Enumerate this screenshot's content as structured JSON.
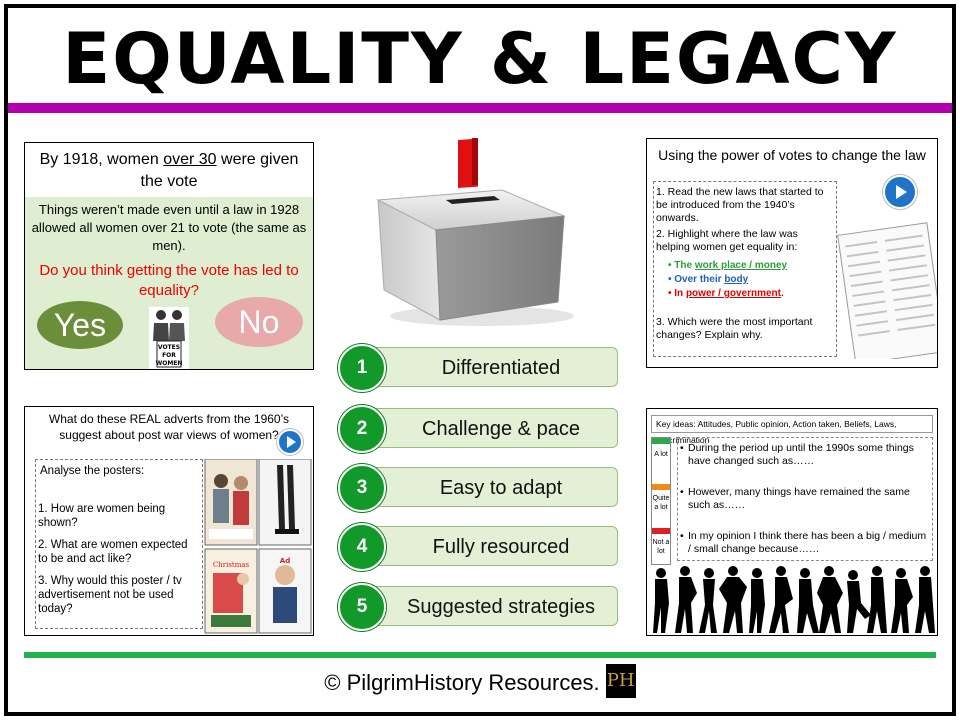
{
  "title": "EQUALITY & LEGACY",
  "panel1": {
    "heading_pre": "By 1918, women ",
    "heading_u": "over 30",
    "heading_post": " were given the vote",
    "note": "Things weren’t made even until a law in 1928 allowed all women over 21 to vote (the same as men).",
    "question": "Do you think getting the vote has led to equality?",
    "yes": "Yes",
    "no": "No",
    "poster_text": "VOTES FOR WOMEN"
  },
  "panel2": {
    "heading": "Using the power of votes to change the law",
    "q1": "1.  Read the new laws that started to be introduced from the 1940’s onwards.",
    "q2": "2.  Highlight where the law was helping women get equality in:",
    "b1_pre": "The ",
    "b1_u": "work place / money",
    "b2_pre": "Over their ",
    "b2_u": "body",
    "b3_pre": "In ",
    "b3_u": "power / government",
    "b3_post": ".",
    "q3": "3.  Which were the most important changes? Explain why.",
    "colors": {
      "green": "#2a9d3a",
      "blue": "#1f5fbf",
      "red": "#e00000"
    }
  },
  "panel3": {
    "heading": "What do these REAL adverts from the 1960’s suggest about post war views of women?",
    "intro": "Analyse the posters:",
    "q1": "1.  How are women being shown?",
    "q2": "2.  What are women expected to be and act like?",
    "q3": "3.  Why would this poster / tv advertisement not be used today?"
  },
  "panel4": {
    "key": "Key ideas: Attitudes, Public opinion, Action taken, Beliefs, Laws, Discrimination",
    "b1": "During the period up until the 1990s some things have changed such as……",
    "b2": "However, many things have remained the same such as……",
    "b3": "In my opinion I think there has been a  big / medium / small change because……",
    "scale_top": "A lot",
    "scale_mid": "Quite a lot",
    "scale_bot": "Not a lot"
  },
  "features": [
    {
      "num": "1",
      "label": "Differentiated"
    },
    {
      "num": "2",
      "label": "Challenge & pace"
    },
    {
      "num": "3",
      "label": "Easy to adapt"
    },
    {
      "num": "4",
      "label": "Fully resourced"
    },
    {
      "num": "5",
      "label": "Suggested strategies"
    }
  ],
  "footer": {
    "text": "© PilgrimHistory Resources.",
    "logo": "PH"
  },
  "theme": {
    "purple": "#b000b0",
    "green": "#22b14c",
    "badge": "#119a2a",
    "pill": "#e3f0d6"
  }
}
